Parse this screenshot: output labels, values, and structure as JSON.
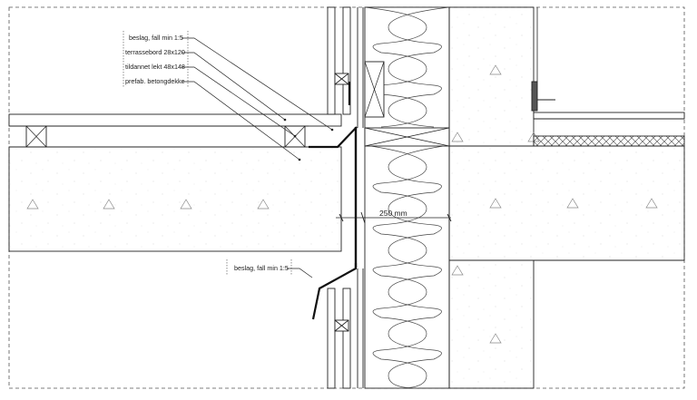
{
  "drawing": {
    "labels": {
      "beslag_top": "beslag, fall min 1:5",
      "terrassebord": "terrassebord 28x120",
      "tildannet": "tildannet lekt 48x148",
      "prefab": "prefab. betongdekke",
      "beslag_bottom": "beslag, fall min 1:5"
    },
    "dimension": "250 mm"
  },
  "colors": {
    "line": "#222222",
    "dashed": "#555555",
    "dots": "#c8c8c8"
  }
}
